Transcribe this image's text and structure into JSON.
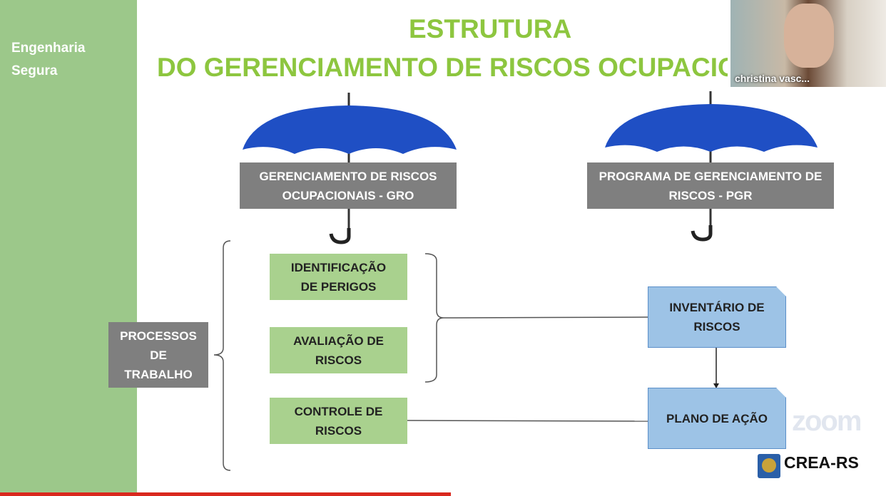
{
  "sidebar": {
    "brand": "Engenharia Segura"
  },
  "slide": {
    "title_line1": "ESTRUTURA",
    "title_line2": "DO GERENCIAMENTO DE RISCOS OCUPACIONAIS",
    "gro": "GERENCIAMENTO DE RISCOS OCUPACIONAIS - GRO",
    "pgr": "PROGRAMA DE GERENCIAMENTO DE RISCOS - PGR",
    "processos": "PROCESSOS DE TRABALHO",
    "identificacao": "IDENTIFICAÇÃO DE PERIGOS",
    "avaliacao": "AVALIAÇÃO DE RISCOS",
    "controle": "CONTROLE DE RISCOS",
    "inventario": "INVENTÁRIO DE RISCOS",
    "plano": "PLANO DE AÇÃO",
    "logo": "CREA-RS"
  },
  "video": {
    "participant_name": "christina vasc..."
  },
  "watermark": "zoom",
  "colors": {
    "accent_green": "#8dc63f",
    "umbrella": "#1f4fc4"
  }
}
